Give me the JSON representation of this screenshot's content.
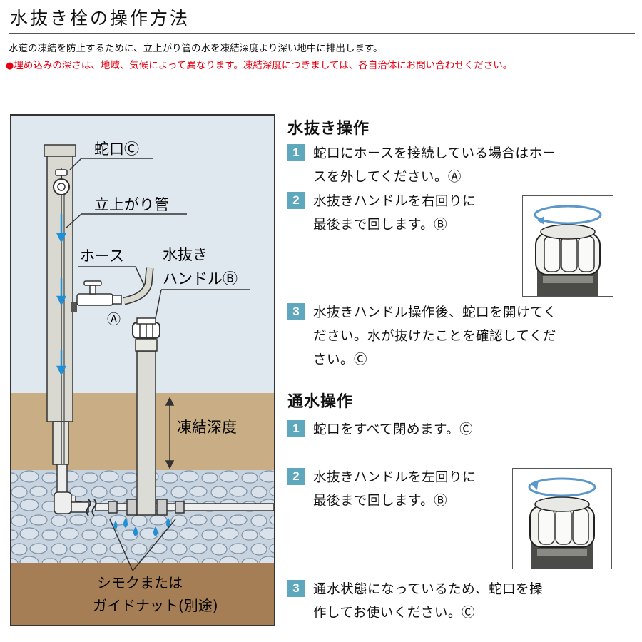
{
  "header": {
    "title": "水抜き栓の操作方法",
    "intro": "水道の凍結を防止するために、立上がり管の水を凍結深度より深い地中に排出します。",
    "warning_mark": "●",
    "warning": "埋め込みの深さは、地域、気候によって異なります。凍結深度につきましては、各自治体にお問い合わせください。"
  },
  "colors": {
    "accent": "#5fa7bd",
    "warning": "#e60012",
    "sky": "#dfe7ef",
    "soil": "#c9ae85",
    "gravel": "#c7d4e0",
    "base": "#a57e55"
  },
  "diagram": {
    "label_faucet": "蛇口Ⓒ",
    "label_riser": "立上がり管",
    "label_hose": "ホース",
    "label_handle_1": "水抜き",
    "label_handle_2": "ハンドルⒷ",
    "label_a": "Ⓐ",
    "label_depth": "凍結深度",
    "label_base_1": "シモクまたは",
    "label_base_2": "ガイドナット(別途)"
  },
  "drain": {
    "title": "水抜き操作",
    "steps": [
      {
        "num": "1",
        "text_1": "蛇口にホースを接続している場合はホー",
        "text_2": "スを外してください。Ⓐ"
      },
      {
        "num": "2",
        "text_1": "水抜きハンドルを右回りに",
        "text_2": "最後まで回します。Ⓑ"
      },
      {
        "num": "3",
        "text_1": "水抜きハンドル操作後、蛇口を開けてく",
        "text_2": "ださい。水が抜けたことを確認してくだ",
        "text_3": "さい。Ⓒ"
      }
    ]
  },
  "flow": {
    "title": "通水操作",
    "steps": [
      {
        "num": "1",
        "text_1": "蛇口をすべて閉めます。Ⓒ"
      },
      {
        "num": "2",
        "text_1": "水抜きハンドルを左回りに",
        "text_2": "最後まで回します。Ⓑ"
      },
      {
        "num": "3",
        "text_1": "通水状態になっているため、蛇口を操",
        "text_2": "作してお使いください。Ⓒ"
      }
    ]
  }
}
